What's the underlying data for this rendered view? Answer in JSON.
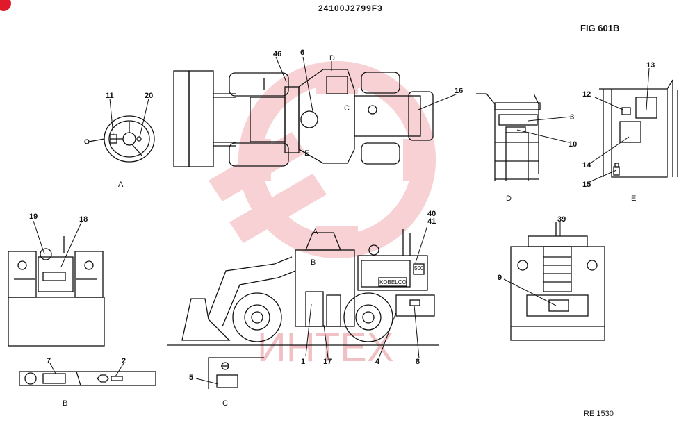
{
  "header": {
    "drawing_number": "24100J2799F3",
    "figure": "FIG 601B",
    "reference": "RE 1530"
  },
  "view_labels": [
    "A",
    "B",
    "C",
    "D",
    "E"
  ],
  "callouts": [
    "2",
    "3",
    "4",
    "5",
    "6",
    "7",
    "8",
    "9",
    "10",
    "11",
    "12",
    "13",
    "14",
    "15",
    "16",
    "17",
    "18",
    "19",
    "20",
    "39",
    "40",
    "41",
    "46",
    "1"
  ],
  "machine_marks": {
    "brand": "KOBELCO",
    "model": "500",
    "section_marks": [
      "A",
      "B",
      "C",
      "D",
      "E"
    ]
  },
  "watermark": {
    "text": "ИНТЕХ",
    "color": "#e0192b"
  },
  "colors": {
    "line": "#111111",
    "watermark": "#f4c2c6",
    "corner": "#e0192b"
  }
}
